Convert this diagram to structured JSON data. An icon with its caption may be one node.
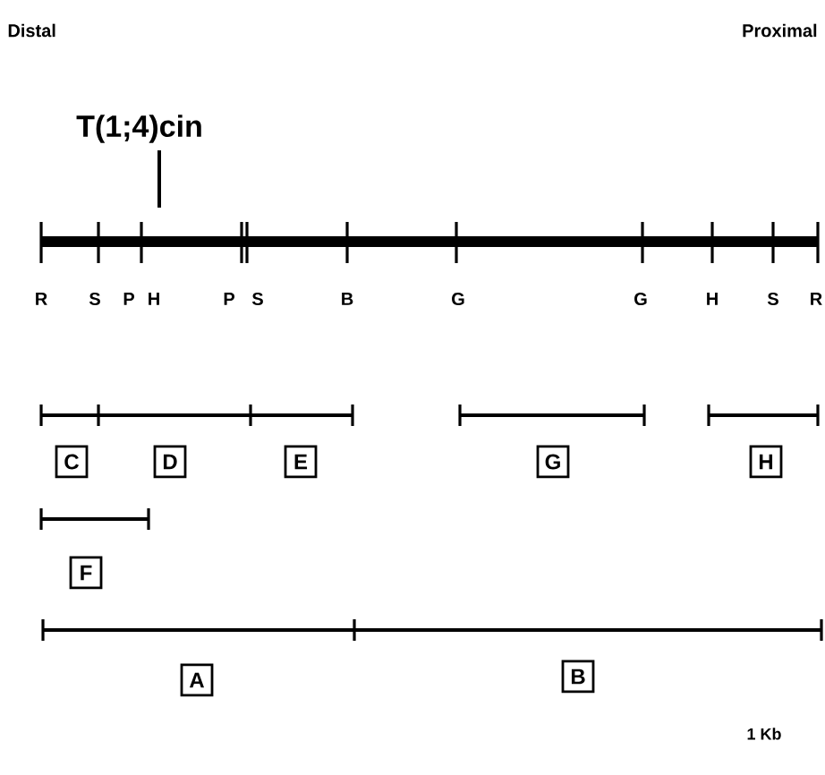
{
  "diagram": {
    "nodes": [
      {
        "text": [
          "C"
        ]
      },
      {
        "text": [
          "D"
        ]
      },
      {
        "text": [
          "E"
        ]
      },
      {
        "text": [
          "G"
        ]
      },
      {
        "text": [
          "H"
        ]
      },
      {
        "text": [
          "F"
        ]
      },
      {
        "text": [
          "A"
        ]
      },
      {
        "text": [
          "B"
        ]
      }
    ],
    "labels": [
      "Distal",
      "Proximal",
      "T(1;4)cin",
      "R",
      "S",
      "P",
      "H",
      "P",
      "S",
      "B",
      "G",
      "G",
      "H",
      "S",
      "R",
      "1 Kb"
    ]
  }
}
